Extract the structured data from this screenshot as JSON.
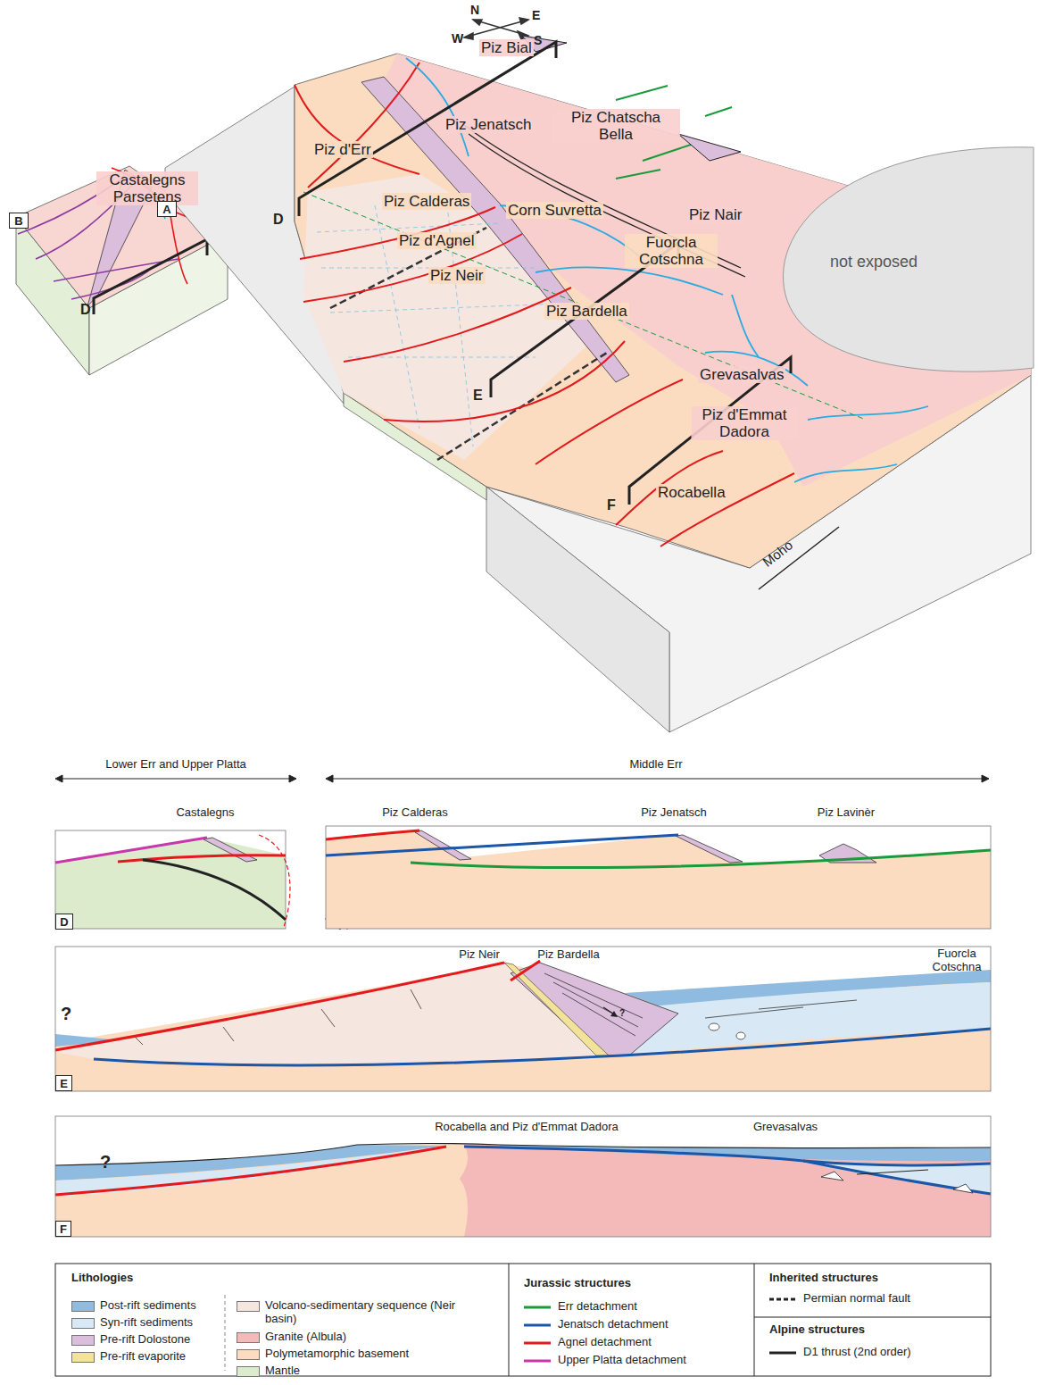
{
  "diagram": {
    "nodes": [
      {
        "text": [
          "A"
        ]
      },
      {
        "text": [
          "B"
        ]
      },
      {
        "text": [
          "D"
        ]
      },
      {
        "text": [
          "E"
        ]
      },
      {
        "text": [
          "F"
        ]
      }
    ],
    "labels": [
      "N",
      "E",
      "W",
      "S",
      "Piz Bial",
      "Piz Jenatsch",
      "Piz Chatscha Bella",
      "Piz d'Err",
      "Castalegns Parsetens",
      "D",
      "D",
      "Piz Calderas",
      "Corn Suvretta",
      "Piz d'Agnel",
      "Piz Nair",
      "not exposed",
      "Piz Neir",
      "Fuorcla Cotschna",
      "Piz Bardella",
      "E",
      "Grevasalvas",
      "Piz d'Emmat Dadora",
      "F",
      "Rocabella",
      "Moho",
      "Lower Err and Upper Platta",
      "Middle Err",
      "Castalegns",
      "Piz Calderas",
      "Piz Jenatsch",
      "Piz Lavinèr",
      "Piz Neir",
      "Piz Bardella",
      "Fuorcla Cotschna",
      "?",
      "?",
      "Rocabella and Piz d'Emmat Dadora",
      "Grevasalvas",
      "?",
      "Lithologies",
      "Jurassic structures",
      "Inherited structures",
      "Alpine structures"
    ],
    "legend": [
      {
        "text": "Post-rift sediments",
        "color": "#8fbbe0"
      },
      {
        "text": "Syn-rift sediments",
        "color": "#d8e9f5"
      },
      {
        "text": "Pre-rift Dolostone",
        "color": "#dbbedb"
      },
      {
        "text": "Pre-rift evaporite",
        "color": "#f3e39a"
      },
      {
        "text": "Volcano-sedimentary sequence (Neir basin)",
        "color": "#f6e6e0"
      },
      {
        "text": "Granite (Albula)",
        "color": "#f4b9b9"
      },
      {
        "text": "Polymetamorphic basement",
        "color": "#fbdcc0"
      },
      {
        "text": "Mantle",
        "color": "#dcebcc"
      },
      {
        "text": "Err detachment"
      },
      {
        "text": "Jenatsch detachment"
      },
      {
        "text": "Agnel detachment"
      },
      {
        "text": "Upper Platta detachment"
      },
      {
        "text": "Permian normal fault"
      },
      {
        "text": "D1 thrust (2nd order)"
      }
    ]
  }
}
